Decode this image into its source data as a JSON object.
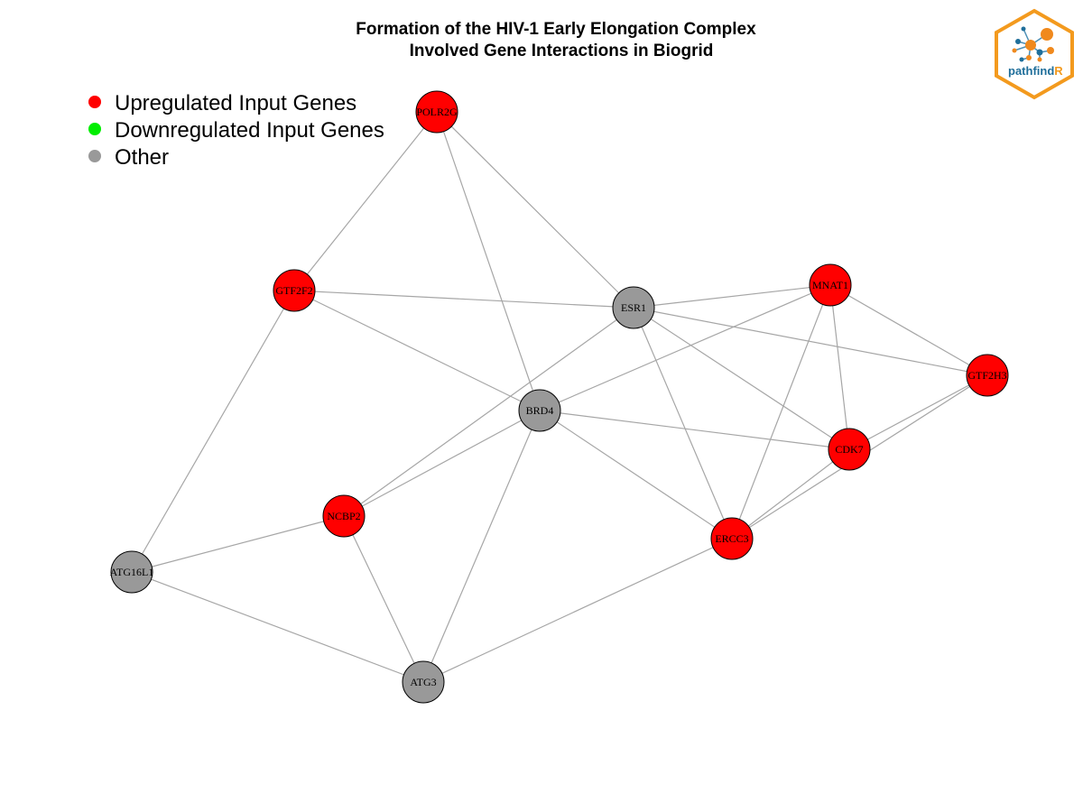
{
  "title": {
    "line1": "Formation of the HIV-1 Early Elongation Complex",
    "line2": "Involved Gene Interactions in Biogrid"
  },
  "legend": [
    {
      "label": "Upregulated Input Genes",
      "color": "#ff0000"
    },
    {
      "label": "Downregulated Input Genes",
      "color": "#00ee00"
    },
    {
      "label": "Other",
      "color": "#999999"
    }
  ],
  "logo": {
    "text_main": "pathfind",
    "text_accent": "R",
    "hex_color": "#f39a1e",
    "text_color": "#1f6e9a",
    "node_color": "#f0891d",
    "line_color": "#4d8fb5"
  },
  "colors": {
    "up": "#ff0000",
    "other": "#999999",
    "edge": "#a6a6a6"
  },
  "nodes": [
    {
      "id": "POLR2G",
      "label": "POLR2G",
      "type": "up"
    },
    {
      "id": "GTF2F2",
      "label": "GTF2F2",
      "type": "up"
    },
    {
      "id": "ESR1",
      "label": "ESR1",
      "type": "other"
    },
    {
      "id": "MNAT1",
      "label": "MNAT1",
      "type": "up"
    },
    {
      "id": "GTF2H3",
      "label": "GTF2H3",
      "type": "up"
    },
    {
      "id": "BRD4",
      "label": "BRD4",
      "type": "other"
    },
    {
      "id": "CDK7",
      "label": "CDK7",
      "type": "up"
    },
    {
      "id": "NCBP2",
      "label": "NCBP2",
      "type": "up"
    },
    {
      "id": "ERCC3",
      "label": "ERCC3",
      "type": "up"
    },
    {
      "id": "ATG16L1",
      "label": "ATG16L1",
      "type": "other"
    },
    {
      "id": "ATG3",
      "label": "ATG3",
      "type": "other"
    }
  ],
  "edges": [
    [
      "POLR2G",
      "GTF2F2"
    ],
    [
      "POLR2G",
      "ESR1"
    ],
    [
      "POLR2G",
      "BRD4"
    ],
    [
      "GTF2F2",
      "ESR1"
    ],
    [
      "GTF2F2",
      "BRD4"
    ],
    [
      "GTF2F2",
      "ATG16L1"
    ],
    [
      "ESR1",
      "MNAT1"
    ],
    [
      "ESR1",
      "GTF2H3"
    ],
    [
      "ESR1",
      "CDK7"
    ],
    [
      "ESR1",
      "ERCC3"
    ],
    [
      "ESR1",
      "NCBP2"
    ],
    [
      "MNAT1",
      "BRD4"
    ],
    [
      "MNAT1",
      "GTF2H3"
    ],
    [
      "MNAT1",
      "CDK7"
    ],
    [
      "MNAT1",
      "ERCC3"
    ],
    [
      "GTF2H3",
      "CDK7"
    ],
    [
      "GTF2H3",
      "ERCC3"
    ],
    [
      "BRD4",
      "CDK7"
    ],
    [
      "BRD4",
      "ERCC3"
    ],
    [
      "BRD4",
      "NCBP2"
    ],
    [
      "BRD4",
      "ATG3"
    ],
    [
      "CDK7",
      "ERCC3"
    ],
    [
      "NCBP2",
      "ATG16L1"
    ],
    [
      "NCBP2",
      "ATG3"
    ],
    [
      "ATG16L1",
      "ATG3"
    ],
    [
      "ERCC3",
      "ATG3"
    ]
  ]
}
